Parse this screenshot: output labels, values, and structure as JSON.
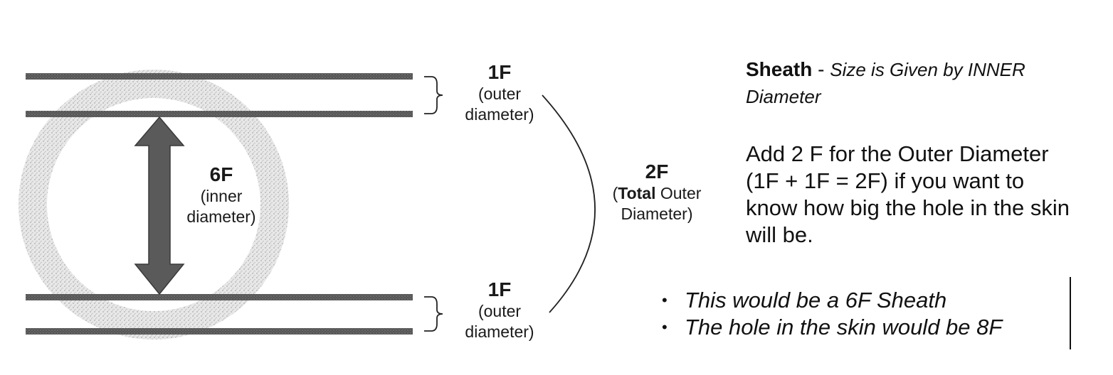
{
  "labels": {
    "top_wall": {
      "size": "1F",
      "desc": "(outer\ndiameter)"
    },
    "bottom_wall": {
      "size": "1F",
      "desc": "(outer\ndiameter)"
    },
    "inner": {
      "size": "6F",
      "desc_line1": "(inner",
      "desc_line2": "diameter)"
    },
    "total": {
      "size": "2F",
      "bold_word": "Total",
      "rest_line1": " Outer",
      "line2": "Diameter)",
      "open_paren": "("
    }
  },
  "panel": {
    "heading_title": "Sheath",
    "heading_sep": " - ",
    "heading_note": "Size is Given by INNER Diameter",
    "add_note": "Add 2 F for the Outer Diameter (1F + 1F = 2F) if you want to know how big the hole in the skin will be.",
    "bullets": [
      "This would be a 6F Sheath",
      "The hole in the skin would be 8F"
    ]
  },
  "colors": {
    "wall": "#4a4a4a",
    "arrow": "#5a5a5a",
    "ring": "#cfcfcf"
  }
}
